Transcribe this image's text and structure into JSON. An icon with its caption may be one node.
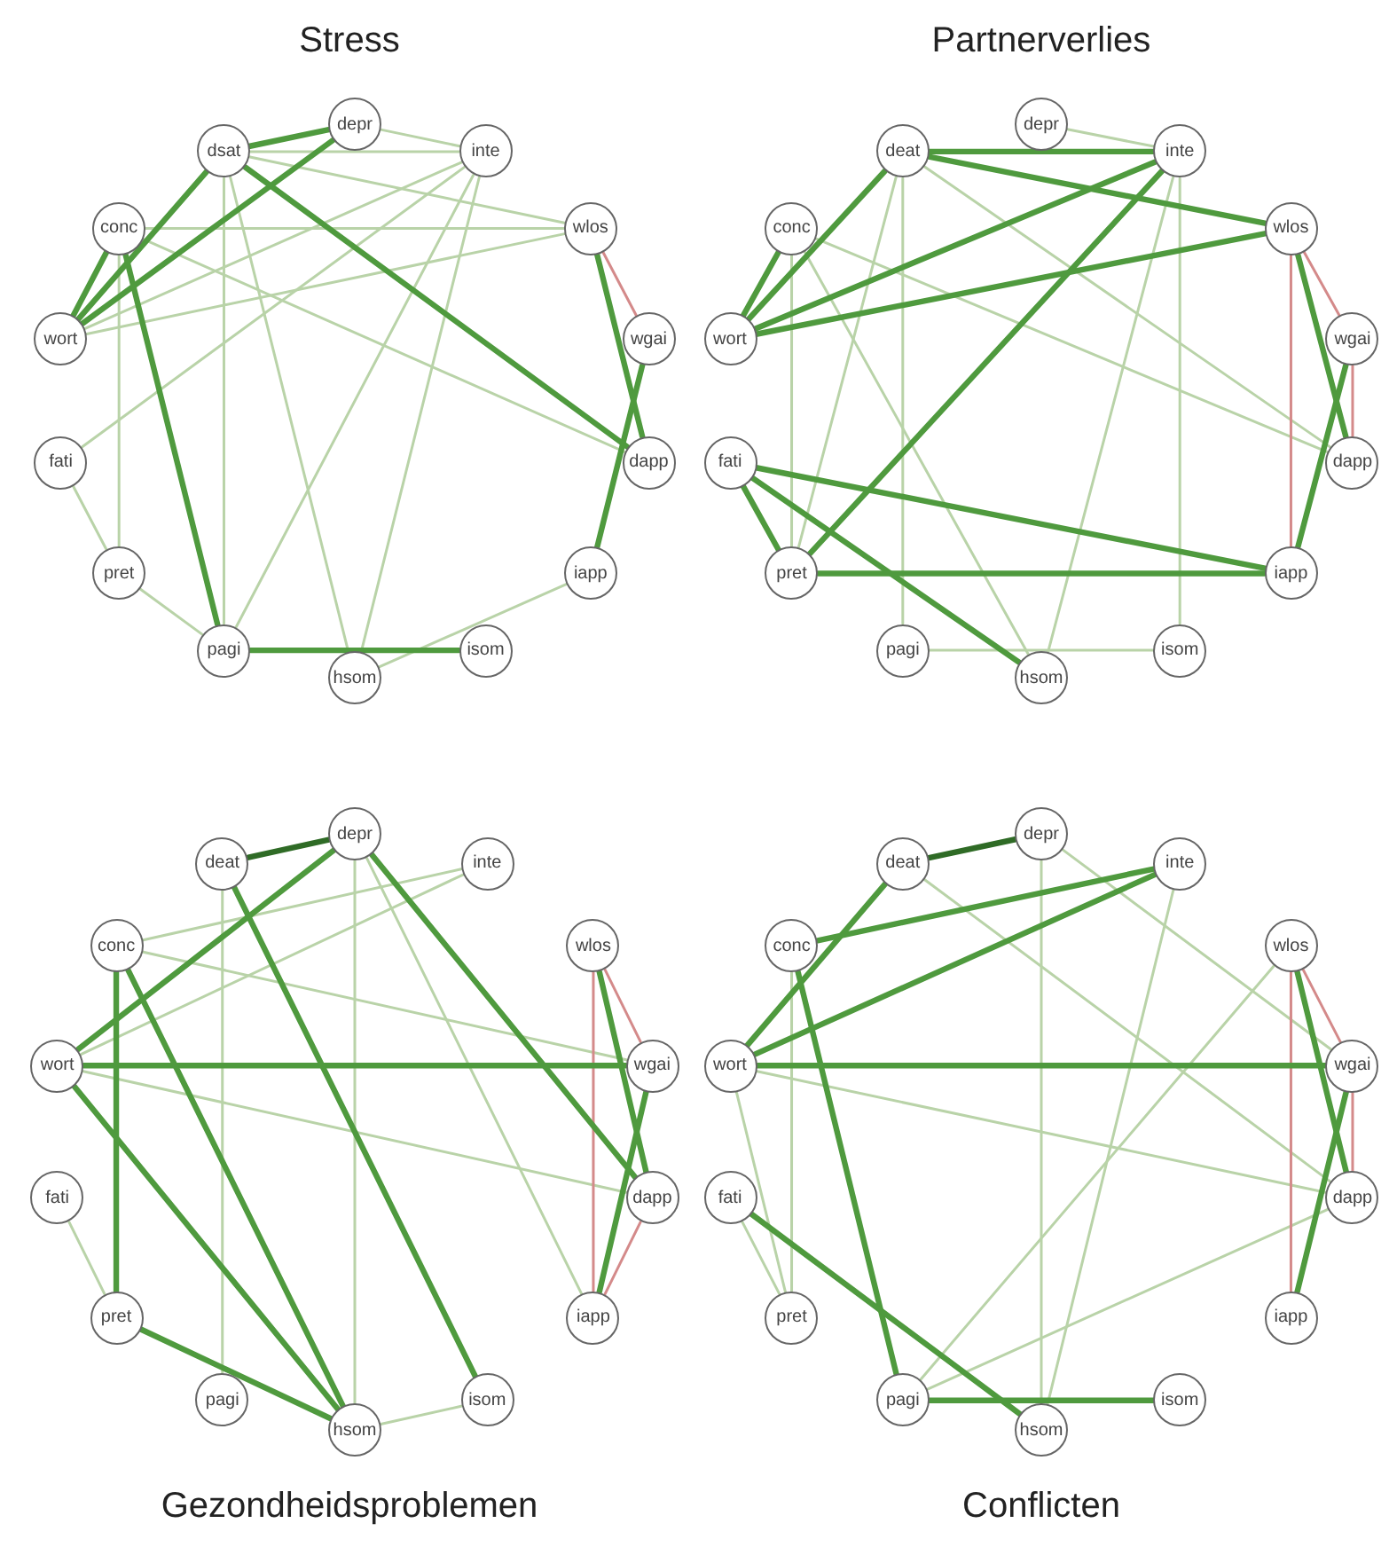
{
  "diagram": {
    "nodes": [
      {
        "text": [
          "depr"
        ]
      },
      {
        "text": [
          "inte"
        ]
      },
      {
        "text": [
          "wlos"
        ]
      },
      {
        "text": [
          "wgai"
        ]
      },
      {
        "text": [
          "dapp"
        ]
      },
      {
        "text": [
          "iapp"
        ]
      },
      {
        "text": [
          "isom"
        ]
      },
      {
        "text": [
          "hsom"
        ]
      },
      {
        "text": [
          "pagi"
        ]
      },
      {
        "text": [
          "pret"
        ]
      },
      {
        "text": [
          "fati"
        ]
      },
      {
        "text": [
          "wort"
        ]
      },
      {
        "text": [
          "conc"
        ]
      },
      {
        "text": [
          "dsat"
        ]
      },
      {
        "text": [
          "depr"
        ]
      },
      {
        "text": [
          "inte"
        ]
      },
      {
        "text": [
          "wlos"
        ]
      },
      {
        "text": [
          "wgai"
        ]
      },
      {
        "text": [
          "dapp"
        ]
      },
      {
        "text": [
          "iapp"
        ]
      },
      {
        "text": [
          "isom"
        ]
      },
      {
        "text": [
          "hsom"
        ]
      },
      {
        "text": [
          "pagi"
        ]
      },
      {
        "text": [
          "pret"
        ]
      },
      {
        "text": [
          "fati"
        ]
      },
      {
        "text": [
          "wort"
        ]
      },
      {
        "text": [
          "conc"
        ]
      },
      {
        "text": [
          "deat"
        ]
      },
      {
        "text": [
          "depr"
        ]
      },
      {
        "text": [
          "inte"
        ]
      },
      {
        "text": [
          "wlos"
        ]
      },
      {
        "text": [
          "wgai"
        ]
      },
      {
        "text": [
          "dapp"
        ]
      },
      {
        "text": [
          "iapp"
        ]
      },
      {
        "text": [
          "isom"
        ]
      },
      {
        "text": [
          "hsom"
        ]
      },
      {
        "text": [
          "pagi"
        ]
      },
      {
        "text": [
          "pret"
        ]
      },
      {
        "text": [
          "fati"
        ]
      },
      {
        "text": [
          "wort"
        ]
      },
      {
        "text": [
          "conc"
        ]
      },
      {
        "text": [
          "deat"
        ]
      },
      {
        "text": [
          "depr"
        ]
      },
      {
        "text": [
          "inte"
        ]
      },
      {
        "text": [
          "wlos"
        ]
      },
      {
        "text": [
          "wgai"
        ]
      },
      {
        "text": [
          "dapp"
        ]
      },
      {
        "text": [
          "iapp"
        ]
      },
      {
        "text": [
          "isom"
        ]
      },
      {
        "text": [
          "hsom"
        ]
      },
      {
        "text": [
          "pagi"
        ]
      },
      {
        "text": [
          "pret"
        ]
      },
      {
        "text": [
          "fati"
        ]
      },
      {
        "text": [
          "wort"
        ]
      },
      {
        "text": [
          "conc"
        ]
      },
      {
        "text": [
          "deat"
        ]
      }
    ],
    "edges": [
      {
        "from": 13,
        "to": 1,
        "arrow": "none"
      },
      {
        "from": 13,
        "to": 2,
        "arrow": "none"
      },
      {
        "from": 12,
        "to": 2,
        "arrow": "none"
      },
      {
        "from": 12,
        "to": 4,
        "arrow": "none"
      },
      {
        "from": 11,
        "to": 1,
        "arrow": "none"
      },
      {
        "from": 11,
        "to": 2,
        "arrow": "none"
      },
      {
        "from": 13,
        "to": 7,
        "arrow": "none"
      },
      {
        "from": 13,
        "to": 8,
        "arrow": "none"
      },
      {
        "from": 12,
        "to": 9,
        "arrow": "none"
      },
      {
        "from": 10,
        "to": 9,
        "arrow": "none"
      },
      {
        "from": 10,
        "to": 1,
        "arrow": "none"
      },
      {
        "from": 9,
        "to": 8,
        "arrow": "none"
      },
      {
        "from": 1,
        "to": 7,
        "arrow": "none"
      },
      {
        "from": 5,
        "to": 7,
        "arrow": "none"
      },
      {
        "from": 1,
        "to": 8,
        "arrow": "none"
      },
      {
        "from": 0,
        "to": 1,
        "arrow": "none"
      },
      {
        "from": 2,
        "to": 3,
        "arrow": "none",
        "color": "#d48a8a"
      },
      {
        "from": 11,
        "to": 13,
        "arrow": "none",
        "style": "thick",
        "color": "#4f9a3e"
      },
      {
        "from": 11,
        "to": 0,
        "arrow": "none",
        "style": "thick",
        "color": "#4f9a3e"
      },
      {
        "from": 2,
        "to": 4,
        "arrow": "none",
        "style": "thick",
        "color": "#4f9a3e"
      },
      {
        "from": 3,
        "to": 5,
        "arrow": "none",
        "style": "thick",
        "color": "#4f9a3e"
      },
      {
        "from": 13,
        "to": 0,
        "arrow": "none",
        "style": "thick",
        "color": "#4f9a3e"
      },
      {
        "from": 13,
        "to": 4,
        "arrow": "none",
        "style": "thick",
        "color": "#4f9a3e"
      },
      {
        "from": 12,
        "to": 8,
        "arrow": "none",
        "style": "thick",
        "color": "#4f9a3e"
      },
      {
        "from": 8,
        "to": 6,
        "arrow": "none",
        "style": "thick",
        "color": "#4f9a3e"
      },
      {
        "from": 11,
        "to": 12,
        "arrow": "none",
        "style": "thick",
        "color": "#4f9a3e"
      },
      {
        "from": 27,
        "to": 23,
        "arrow": "none"
      },
      {
        "from": 26,
        "to": 23,
        "arrow": "none"
      },
      {
        "from": 27,
        "to": 22,
        "arrow": "none"
      },
      {
        "from": 26,
        "to": 21,
        "arrow": "none"
      },
      {
        "from": 27,
        "to": 18,
        "arrow": "none"
      },
      {
        "from": 15,
        "to": 21,
        "arrow": "none"
      },
      {
        "from": 22,
        "to": 20,
        "arrow": "none"
      },
      {
        "from": 14,
        "to": 15,
        "arrow": "none"
      },
      {
        "from": 26,
        "to": 18,
        "arrow": "none"
      },
      {
        "from": 15,
        "to": 20,
        "arrow": "none"
      },
      {
        "from": 16,
        "to": 17,
        "arrow": "none",
        "color": "#d48a8a"
      },
      {
        "from": 17,
        "to": 18,
        "arrow": "none",
        "color": "#d48a8a"
      },
      {
        "from": 16,
        "to": 19,
        "arrow": "none",
        "color": "#d48a8a"
      },
      {
        "from": 25,
        "to": 27,
        "arrow": "none",
        "style": "thick",
        "color": "#4f9a3e"
      },
      {
        "from": 25,
        "to": 26,
        "arrow": "none",
        "style": "thick",
        "color": "#4f9a3e"
      },
      {
        "from": 27,
        "to": 15,
        "arrow": "none",
        "style": "thick",
        "color": "#4f9a3e"
      },
      {
        "from": 23,
        "to": 15,
        "arrow": "none",
        "style": "thick",
        "color": "#4f9a3e"
      },
      {
        "from": 16,
        "to": 18,
        "arrow": "none",
        "style": "thick",
        "color": "#4f9a3e"
      },
      {
        "from": 17,
        "to": 19,
        "arrow": "none",
        "style": "thick",
        "color": "#4f9a3e"
      },
      {
        "from": 24,
        "to": 23,
        "arrow": "none",
        "style": "thick",
        "color": "#4f9a3e"
      },
      {
        "from": 24,
        "to": 21,
        "arrow": "none",
        "style": "thick",
        "color": "#4f9a3e"
      },
      {
        "from": 24,
        "to": 19,
        "arrow": "none",
        "style": "thick",
        "color": "#4f9a3e"
      },
      {
        "from": 23,
        "to": 19,
        "arrow": "none",
        "style": "thick",
        "color": "#4f9a3e"
      },
      {
        "from": 25,
        "to": 16,
        "arrow": "none",
        "style": "thick",
        "color": "#4f9a3e"
      },
      {
        "from": 25,
        "to": 15,
        "arrow": "none",
        "style": "thick",
        "color": "#4f9a3e"
      },
      {
        "from": 27,
        "to": 16,
        "arrow": "none",
        "style": "thick",
        "color": "#4f9a3e"
      },
      {
        "from": 39,
        "to": 29,
        "arrow": "none"
      },
      {
        "from": 41,
        "to": 36,
        "arrow": "none"
      },
      {
        "from": 28,
        "to": 35,
        "arrow": "none"
      },
      {
        "from": 35,
        "to": 34,
        "arrow": "none"
      },
      {
        "from": 38,
        "to": 37,
        "arrow": "none"
      },
      {
        "from": 40,
        "to": 29,
        "arrow": "none"
      },
      {
        "from": 28,
        "to": 33,
        "arrow": "none"
      },
      {
        "from": 39,
        "to": 32,
        "arrow": "none"
      },
      {
        "from": 40,
        "to": 31,
        "arrow": "none"
      },
      {
        "from": 30,
        "to": 33,
        "arrow": "none",
        "color": "#d48a8a"
      },
      {
        "from": 32,
        "to": 33,
        "arrow": "none",
        "color": "#d48a8a"
      },
      {
        "from": 30,
        "to": 31,
        "arrow": "none",
        "color": "#d48a8a"
      },
      {
        "from": 39,
        "to": 28,
        "arrow": "none",
        "style": "thick",
        "color": "#4f9a3e"
      },
      {
        "from": 28,
        "to": 32,
        "arrow": "none",
        "style": "thick",
        "color": "#4f9a3e"
      },
      {
        "from": 30,
        "to": 32,
        "arrow": "none",
        "style": "thick",
        "color": "#4f9a3e"
      },
      {
        "from": 31,
        "to": 33,
        "arrow": "none",
        "style": "thick",
        "color": "#4f9a3e"
      },
      {
        "from": 41,
        "to": 34,
        "arrow": "none",
        "style": "thick",
        "color": "#4f9a3e"
      },
      {
        "from": 37,
        "to": 35,
        "arrow": "none",
        "style": "thick",
        "color": "#4f9a3e"
      },
      {
        "from": 40,
        "to": 37,
        "arrow": "none",
        "style": "thick",
        "color": "#4f9a3e"
      },
      {
        "from": 39,
        "to": 31,
        "arrow": "none",
        "style": "thick",
        "color": "#4f9a3e"
      },
      {
        "from": 40,
        "to": 35,
        "arrow": "none",
        "style": "thick",
        "color": "#4f9a3e"
      },
      {
        "from": 39,
        "to": 35,
        "arrow": "none",
        "style": "thick",
        "color": "#4f9a3e"
      },
      {
        "from": 41,
        "to": 28,
        "arrow": "none",
        "style": "thick",
        "color": "#2f6b26"
      },
      {
        "from": 50,
        "to": 46,
        "arrow": "none"
      },
      {
        "from": 52,
        "to": 51,
        "arrow": "none"
      },
      {
        "from": 53,
        "to": 51,
        "arrow": "none"
      },
      {
        "from": 54,
        "to": 51,
        "arrow": "none"
      },
      {
        "from": 42,
        "to": 49,
        "arrow": "none"
      },
      {
        "from": 43,
        "to": 49,
        "arrow": "none"
      },
      {
        "from": 42,
        "to": 45,
        "arrow": "none"
      },
      {
        "from": 55,
        "to": 46,
        "arrow": "none"
      },
      {
        "from": 53,
        "to": 46,
        "arrow": "none"
      },
      {
        "from": 50,
        "to": 44,
        "arrow": "none"
      },
      {
        "from": 44,
        "to": 45,
        "arrow": "none",
        "color": "#d48a8a"
      },
      {
        "from": 45,
        "to": 46,
        "arrow": "none",
        "color": "#d48a8a"
      },
      {
        "from": 44,
        "to": 47,
        "arrow": "none",
        "color": "#d48a8a"
      },
      {
        "from": 53,
        "to": 55,
        "arrow": "none",
        "style": "thick",
        "color": "#4f9a3e"
      },
      {
        "from": 54,
        "to": 50,
        "arrow": "none",
        "style": "thick",
        "color": "#4f9a3e"
      },
      {
        "from": 52,
        "to": 49,
        "arrow": "none",
        "style": "thick",
        "color": "#4f9a3e"
      },
      {
        "from": 44,
        "to": 46,
        "arrow": "none",
        "style": "thick",
        "color": "#4f9a3e"
      },
      {
        "from": 45,
        "to": 47,
        "arrow": "none",
        "style": "thick",
        "color": "#4f9a3e"
      },
      {
        "from": 50,
        "to": 48,
        "arrow": "none",
        "style": "thick",
        "color": "#4f9a3e"
      },
      {
        "from": 53,
        "to": 45,
        "arrow": "none",
        "style": "thick",
        "color": "#4f9a3e"
      },
      {
        "from": 53,
        "to": 43,
        "arrow": "none",
        "style": "thick",
        "color": "#4f9a3e"
      },
      {
        "from": 54,
        "to": 43,
        "arrow": "none",
        "style": "thick",
        "color": "#4f9a3e"
      },
      {
        "from": 55,
        "to": 42,
        "arrow": "none",
        "style": "thick",
        "color": "#2f6b26"
      }
    ],
    "labels": [
      "Stress",
      "Partnerverlies",
      "Gezondheidsproblemen",
      "Conflicten"
    ]
  }
}
